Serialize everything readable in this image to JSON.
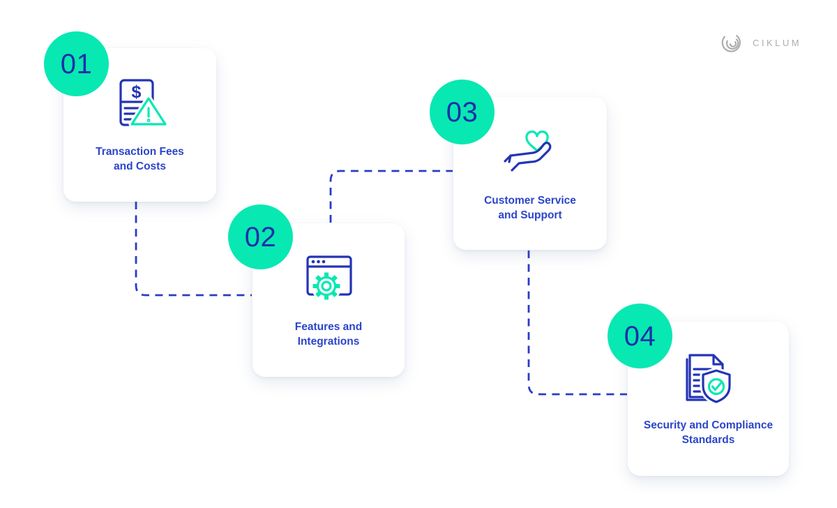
{
  "logo": {
    "brand": "CIKLUM",
    "mark_icon": "ciklum-logo-mark",
    "color": "#ACACAC"
  },
  "diagram": {
    "type": "process-steps",
    "connector_style": "dashed",
    "colors": {
      "accent_teal": "#08E8B2",
      "number_blue": "#1F2FA8",
      "title_blue": "#2B45C9",
      "icon_blue": "#2434B5",
      "connector_blue": "#2A3BC4",
      "card_bg": "#FFFFFF"
    },
    "steps": [
      {
        "number": "01",
        "title_lines": [
          "Transaction Fees",
          "and Costs"
        ],
        "icon": "invoice-warning-icon",
        "icon_glyph": "$"
      },
      {
        "number": "02",
        "title_lines": [
          "Features and",
          "Integrations"
        ],
        "icon": "browser-gear-icon"
      },
      {
        "number": "03",
        "title_lines": [
          "Customer Service",
          "and Support"
        ],
        "icon": "heart-hand-icon"
      },
      {
        "number": "04",
        "title_lines": [
          "Security and Compliance",
          "Standards"
        ],
        "icon": "document-shield-icon"
      }
    ]
  }
}
